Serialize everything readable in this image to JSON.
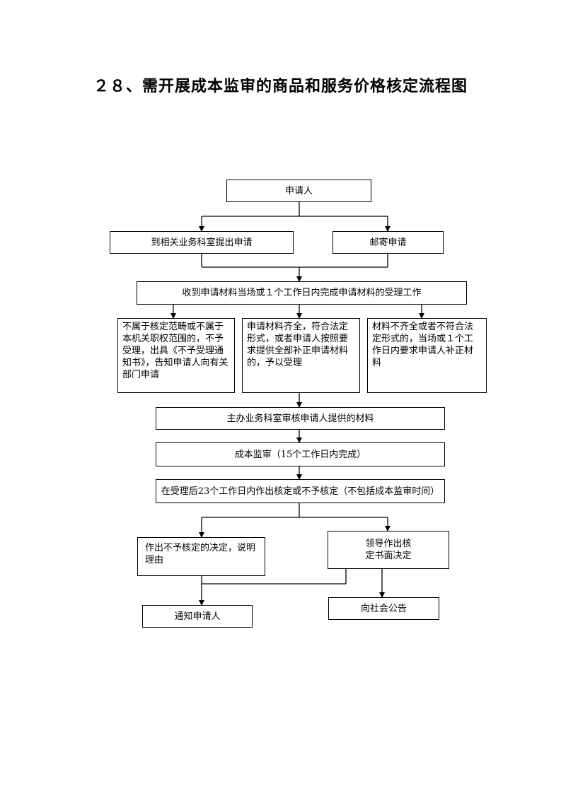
{
  "title": "２８、需开展成本监审的商品和服务价格核定流程图",
  "flow": {
    "applicant": "申请人",
    "apply_office": "到相关业务科室提出申请",
    "apply_mail": "邮寄申请",
    "receive": "收到申请材料当场或１个工作日内完成申请材料的受理工作",
    "reject": "不属于核定范畴或不属于本机关职权范围的，不予受理，出具《不予受理通知书》，告知申请人向有关部门申请",
    "accept": "申请材料齐全，符合法定形式，或者申请人按照要求提供全部补正申请材料的，予以受理",
    "supplement": "材料不齐全或者不符合法定形式的，当场或１个工作日内要求申请人补正材料",
    "review": "主办业务科室审核申请人提供的材料",
    "audit": "成本监审（15个工作日内完成）",
    "decide": "在受理后23个工作日内作出核定或不予核定（不包括成本监审时间）",
    "no_approve": "作出不予核定的决定，说明理由",
    "leader": "领导作出核定书面决定",
    "notify": "通知申请人",
    "announce": "向社会公告"
  }
}
